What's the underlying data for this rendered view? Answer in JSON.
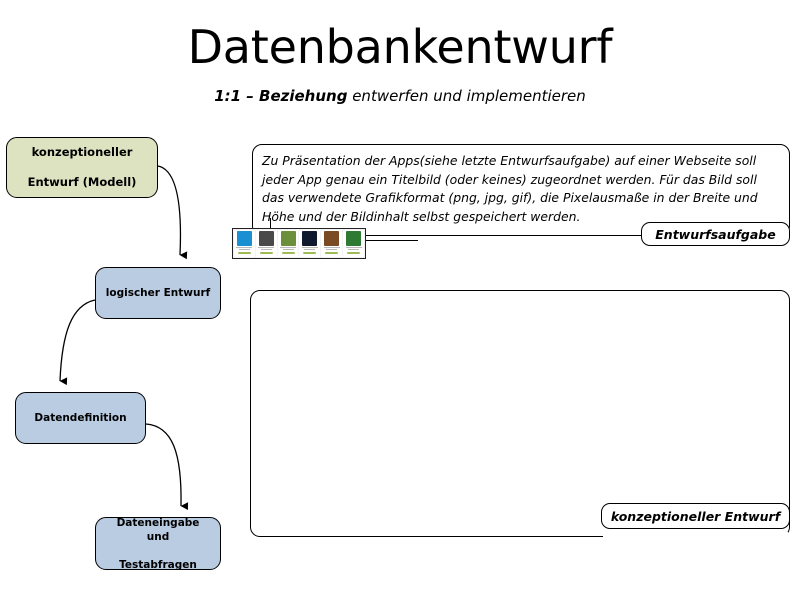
{
  "slide": {
    "title": "Datenbankentwurf",
    "subtitle_strong": "1:1 – Beziehung",
    "subtitle_rest": " entwerfen und implementieren"
  },
  "flowchart": {
    "boxes": [
      {
        "id": "konzeptioneller-entwurf-modell",
        "label": "konzeptioneller Entwurf (Modell)",
        "line1": "konzeptioneller",
        "line2": "Entwurf (Modell)",
        "fill": "#dde3c1"
      },
      {
        "id": "logischer-entwurf",
        "label": "logischer Entwurf",
        "line1": "logischer Entwurf",
        "line2": "",
        "fill": "#b9cce2"
      },
      {
        "id": "datendefinition",
        "label": "Datendefinition",
        "line1": "Datendefinition",
        "line2": "",
        "fill": "#b9cce2"
      },
      {
        "id": "dateneingabe-testabfragen",
        "label": "Dateneingabe und Testabfragen",
        "line1": "Dateneingabe und",
        "line2": "Testabfragen",
        "fill": "#b9cce2"
      }
    ]
  },
  "task_callout": {
    "text": "Zu Präsentation der Apps(siehe letzte Entwurfsaufgabe) auf einer Webseite soll jeder App genau ein Titelbild (oder keines) zugeordnet werden. Für das Bild soll das verwendete Grafikformat (png, jpg, gif), die Pixelausmaße in der Breite und Höhe und der Bildinhalt selbst gespeichert werden.",
    "tab_label": "Entwurfsaufgabe"
  },
  "empty_callout": {
    "tab_label": "konzeptioneller Entwurf",
    "content": ""
  },
  "app_strip": {
    "tiles": [
      {
        "name": "app-tile-1",
        "color": "#1a8fd1"
      },
      {
        "name": "app-tile-2",
        "color": "#4a4a4a"
      },
      {
        "name": "app-tile-3",
        "color": "#6b8f3a"
      },
      {
        "name": "app-tile-4",
        "color": "#101a2e"
      },
      {
        "name": "app-tile-5",
        "color": "#7a4a22"
      },
      {
        "name": "app-tile-6",
        "color": "#2f7a33"
      }
    ]
  },
  "colors": {
    "green_fill": "#dde3c1",
    "blue_fill": "#b9cce2",
    "outline": "#000000",
    "background": "#ffffff"
  }
}
